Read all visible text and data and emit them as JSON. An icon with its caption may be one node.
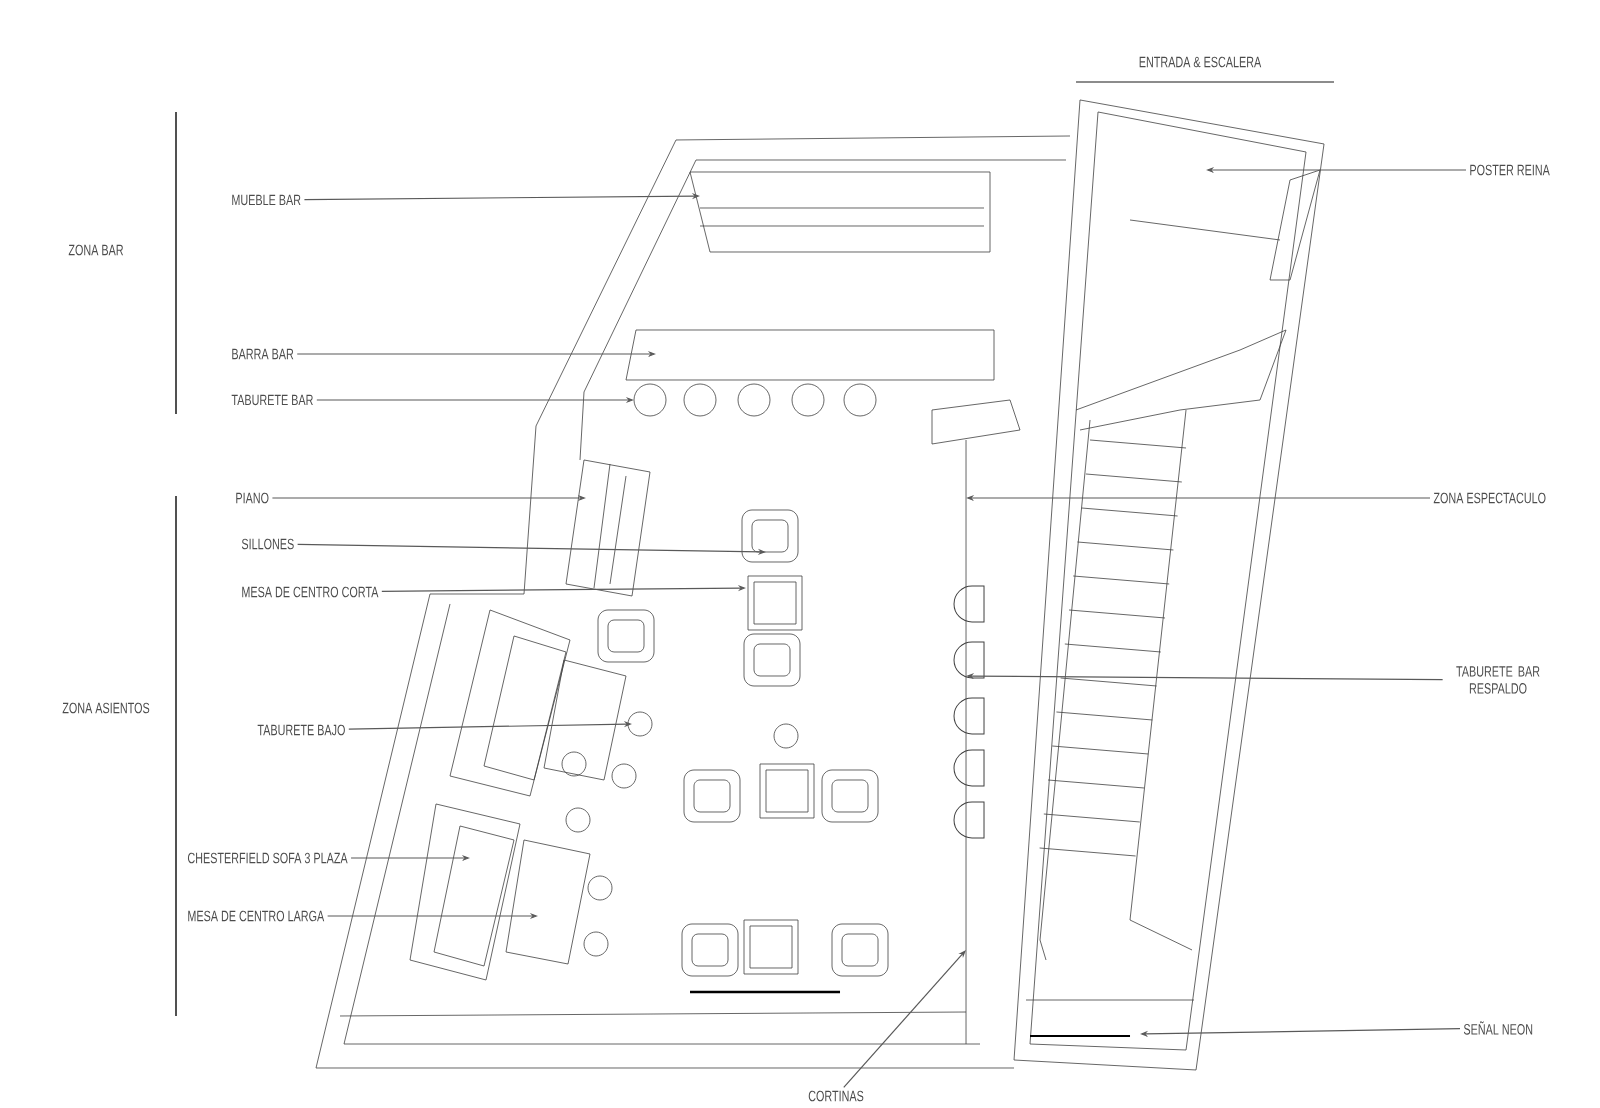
{
  "diagram": {
    "nodes": [
      {
        "text": [
          "MUEBLE BAR"
        ]
      },
      {
        "text": [
          "BARRA BAR"
        ]
      },
      {
        "text": [
          "TABURETE BAR"
        ]
      },
      {
        "text": [
          "PIANO"
        ]
      },
      {
        "text": [
          "SILLONES"
        ]
      },
      {
        "text": [
          "MESA DE CENTRO CORTA"
        ]
      },
      {
        "text": [
          "TABURETE BAJO"
        ]
      },
      {
        "text": [
          "CHESTERFIELD SOFA 3 PLAZA"
        ]
      },
      {
        "text": [
          "MESA DE CENTRO LARGA"
        ]
      },
      {
        "text": [
          "POSTER REINA"
        ]
      },
      {
        "text": [
          "ZONA ESPECTACULO"
        ]
      },
      {
        "text": [
          "TABURETE BAR RESPALDO"
        ]
      },
      {
        "text": [
          "SEÑAL NEON"
        ]
      },
      {
        "text": [
          "CORTINAS"
        ]
      }
    ],
    "edges": [
      {
        "from": 0,
        "to": null,
        "arrow": "to"
      },
      {
        "from": 1,
        "to": null,
        "arrow": "to"
      },
      {
        "from": 2,
        "to": null,
        "arrow": "to"
      },
      {
        "from": 3,
        "to": null,
        "arrow": "to"
      },
      {
        "from": 4,
        "to": null,
        "arrow": "to"
      },
      {
        "from": 5,
        "to": null,
        "arrow": "to"
      },
      {
        "from": 6,
        "to": null,
        "arrow": "to"
      },
      {
        "from": 7,
        "to": null,
        "arrow": "to"
      },
      {
        "from": 8,
        "to": null,
        "arrow": "to"
      },
      {
        "from": 9,
        "to": null,
        "arrow": "to"
      },
      {
        "from": 10,
        "to": null,
        "arrow": "to"
      },
      {
        "from": 11,
        "to": null,
        "arrow": "to"
      },
      {
        "from": 12,
        "to": null,
        "arrow": "to"
      },
      {
        "from": 13,
        "to": null,
        "arrow": "to"
      }
    ],
    "labels": [
      "ENTRADA & ESCALERA",
      "ZONA BAR",
      "ZONA ASIENTOS"
    ]
  }
}
